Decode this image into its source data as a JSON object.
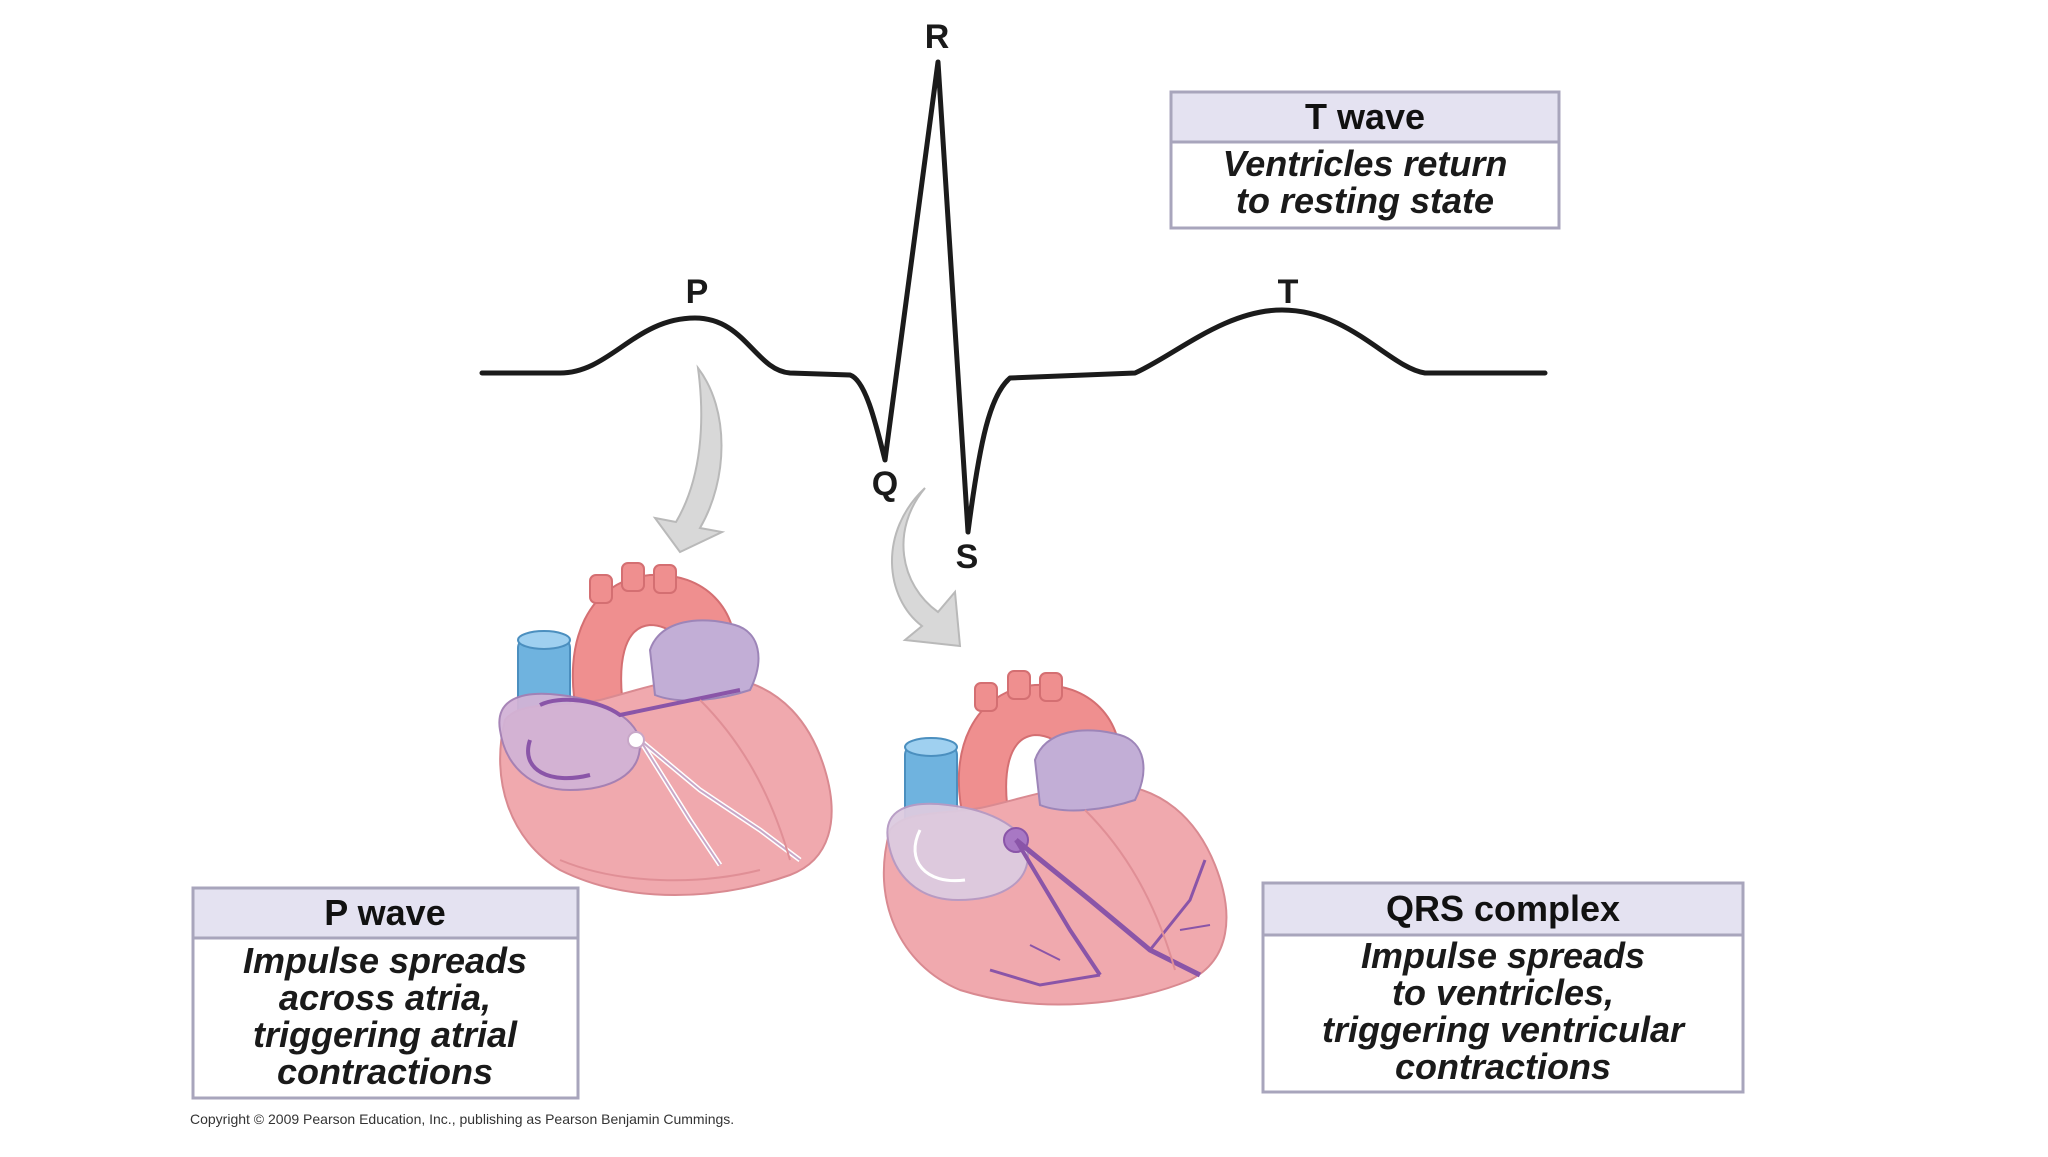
{
  "colors": {
    "trace": "#1b1b1b",
    "box_header_bg": "#e4e2f1",
    "box_border": "#a8a5bc",
    "heart_pink": "#f0a9ae",
    "heart_shade": "#e08f96",
    "aorta": "#ef8f8f",
    "vena_cava_blue": "#6fb3df",
    "pulmonary_purple": "#b9a5cc",
    "conduction_purple": "#8a55a8",
    "arrow_gray": "#c9c9c9"
  },
  "ecg": {
    "labels": {
      "p": "P",
      "q": "Q",
      "r": "R",
      "s": "S",
      "t": "T"
    }
  },
  "boxes": {
    "t_wave": {
      "title": "T wave",
      "lines": [
        "Ventricles return",
        "to resting state"
      ]
    },
    "p_wave": {
      "title": "P wave",
      "lines": [
        "Impulse spreads",
        "across atria,",
        "triggering atrial",
        "contractions"
      ]
    },
    "qrs": {
      "title": "QRS complex",
      "lines": [
        "Impulse spreads",
        "to ventricles,",
        "triggering ventricular",
        "contractions"
      ]
    }
  },
  "icons": {
    "heart_left": "heart-atria-icon",
    "heart_right": "heart-ventricles-icon",
    "arrow": "curved-down-arrow-icon"
  },
  "copyright": "Copyright © 2009 Pearson Education, Inc., publishing as Pearson Benjamin Cummings."
}
